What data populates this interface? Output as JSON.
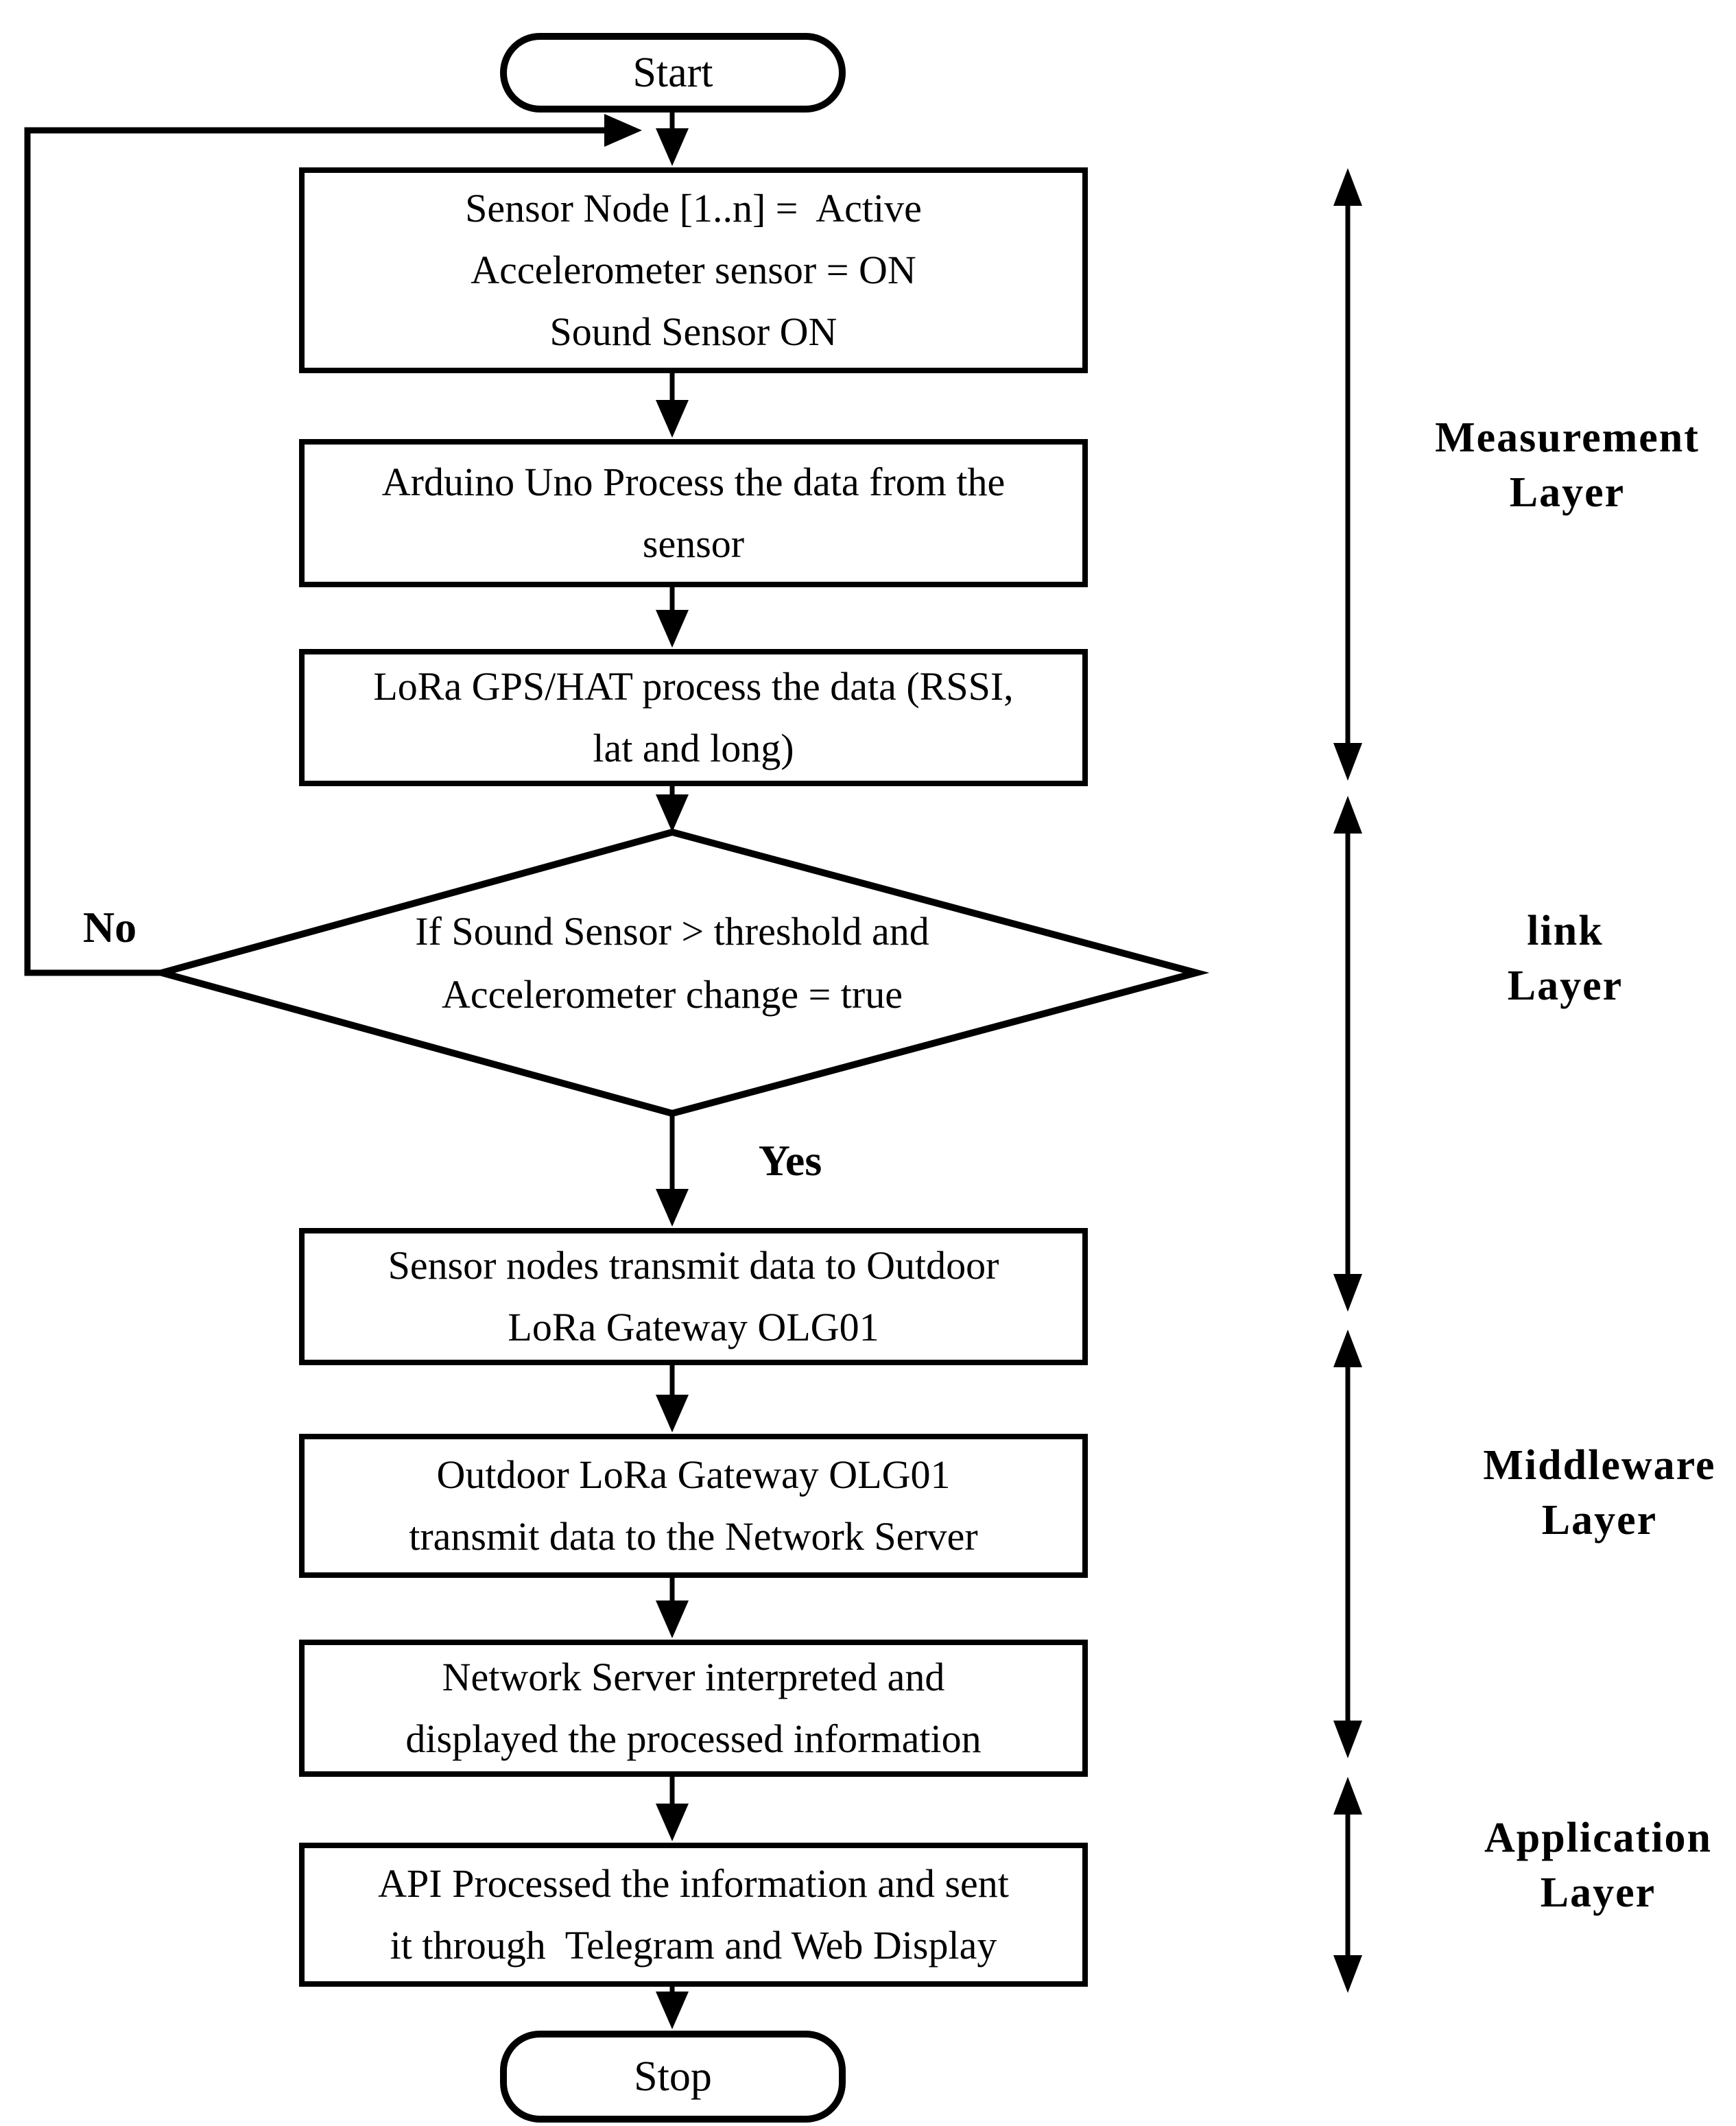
{
  "figure": {
    "kind": "flowchart",
    "background": "#ffffff",
    "line_color": "#000000"
  },
  "flowchart": {
    "nodes": {
      "start": {
        "shape": "terminator",
        "label": "Start"
      },
      "sensor_init": {
        "shape": "process",
        "label": "Sensor Node [1..n] =  Active\nAccelerometer sensor = ON\nSound Sensor ON"
      },
      "arduino_process": {
        "shape": "process",
        "label": "Arduino Uno Process the data from the\nsensor"
      },
      "lora_gps": {
        "shape": "process",
        "label": "LoRa GPS/HAT process the data (RSSI,\nlat and long)"
      },
      "decision": {
        "shape": "decision",
        "label": "If Sound Sensor > threshold and\nAccelerometer change = true"
      },
      "transmit_gateway": {
        "shape": "process",
        "label": "Sensor nodes transmit data to Outdoor\nLoRa Gateway OLG01"
      },
      "gateway_to_server": {
        "shape": "process",
        "label": "Outdoor LoRa Gateway OLG01\ntransmit data to the Network Server"
      },
      "network_server": {
        "shape": "process",
        "label": "Network Server interpreted and\ndisplayed the processed information"
      },
      "api_processed": {
        "shape": "process",
        "label": "API Processed the information and sent\nit through  Telegram and Web Display"
      },
      "stop": {
        "shape": "terminator",
        "label": "Stop"
      }
    },
    "branch_labels": {
      "no": "No",
      "yes": "Yes"
    },
    "layers": {
      "measurement": "Measurement\nLayer",
      "link": "link Layer",
      "middleware": "Middleware\nLayer",
      "application": "Application\nLayer"
    }
  }
}
